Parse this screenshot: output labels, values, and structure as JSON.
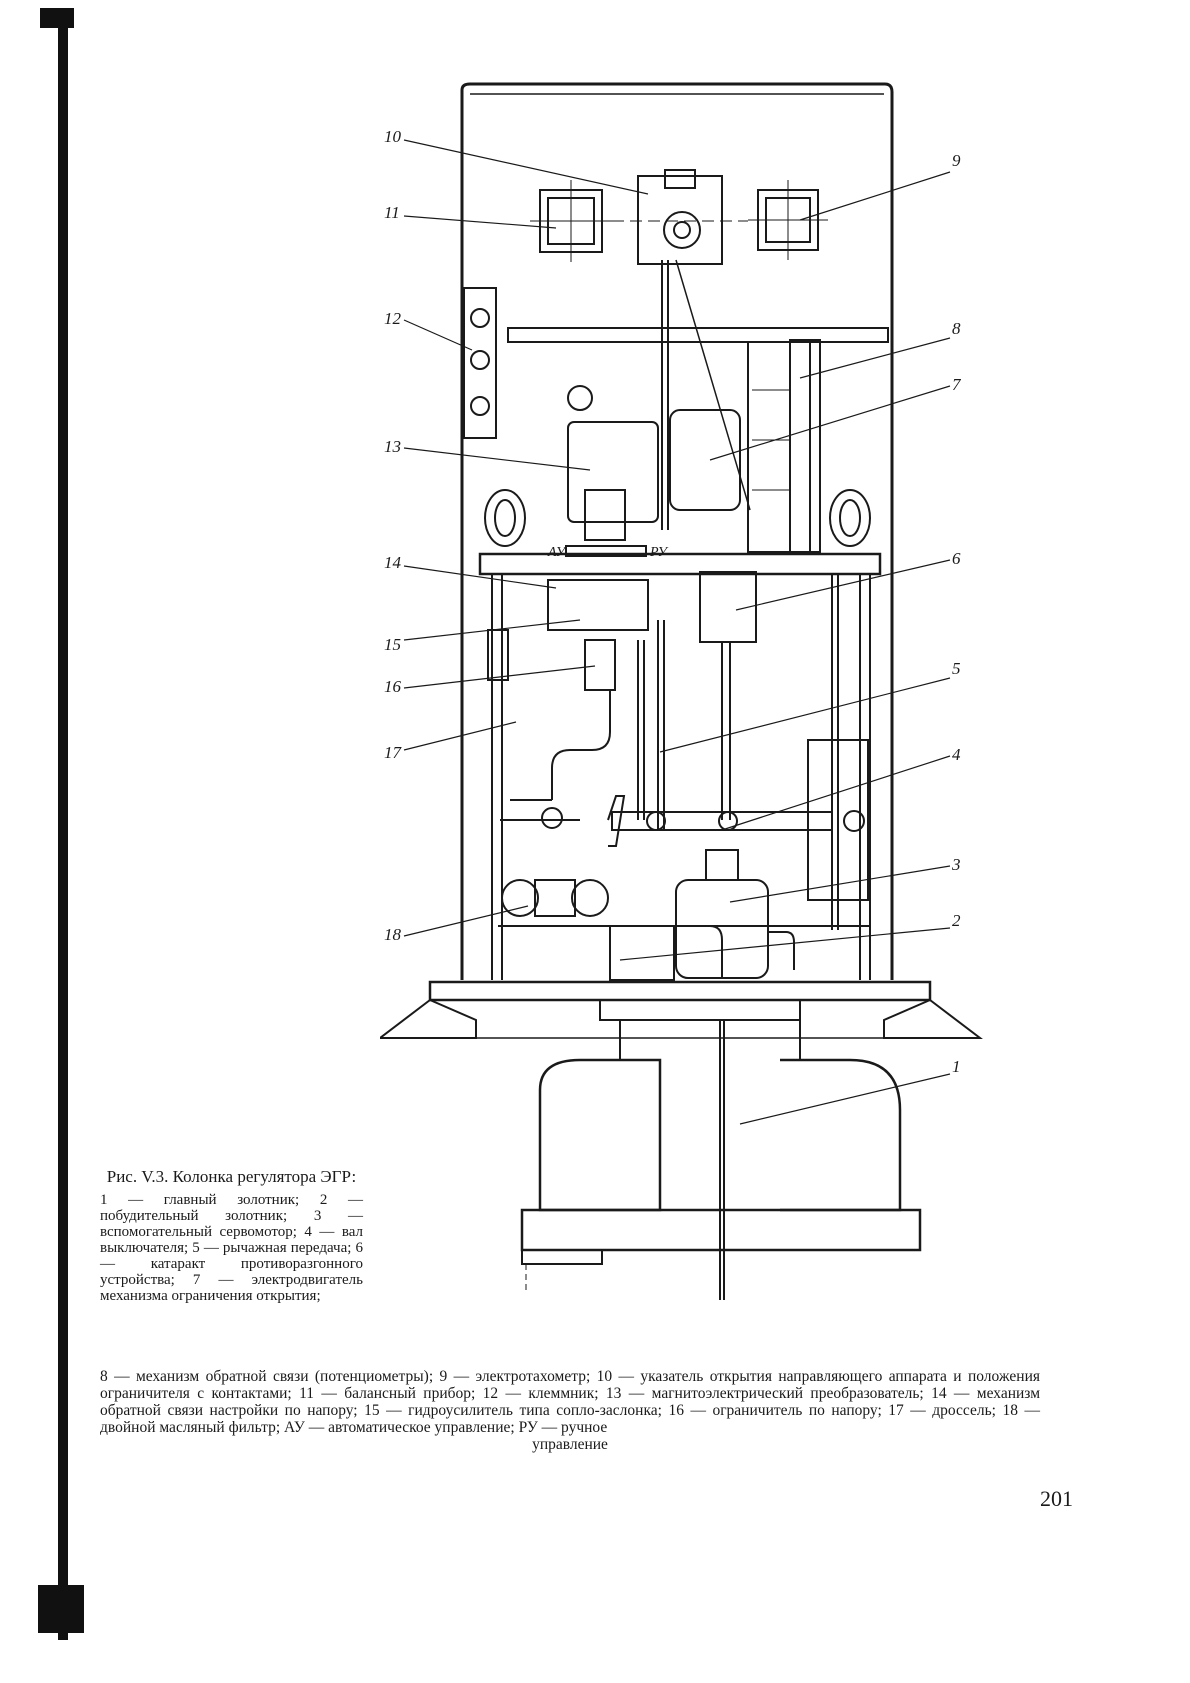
{
  "page": {
    "number": "201"
  },
  "figure": {
    "callouts": [
      "10",
      "9",
      "11",
      "12",
      "8",
      "7",
      "13",
      "14",
      "6",
      "15",
      "5",
      "16",
      "17",
      "4",
      "3",
      "18",
      "2",
      "1"
    ],
    "mode_labels": {
      "auto": "АУ",
      "manual": "РУ"
    }
  },
  "caption": {
    "title": "Рис. V.3. Колонка регулятора ЭГР:",
    "side_text": "1 — главный золотник; 2 — побудительный золотник; 3 — вспомогательный сервомотор; 4 — вал выключателя; 5 — рычажная передача; 6 — катаракт противоразгонного устройства; 7 — электродвигатель механизма ограничения открытия;",
    "bottom_text": "8 — механизм обратной связи (потенциометры); 9 — электротахометр; 10 — указатель открытия направляющего аппарата и положения ограничителя с контактами; 11 — балансный прибор; 12 — клеммник; 13 — магнитоэлектрический преобразователь; 14 — механизм обратной связи настройки по напору; 15 — гидроусилитель типа сопло-заслонка; 16 — ограничитель по напору; 17 — дроссель; 18 — двойной масляный фильтр; АУ — автоматическое управление; РУ — ручное",
    "bottom_last": "управление"
  }
}
